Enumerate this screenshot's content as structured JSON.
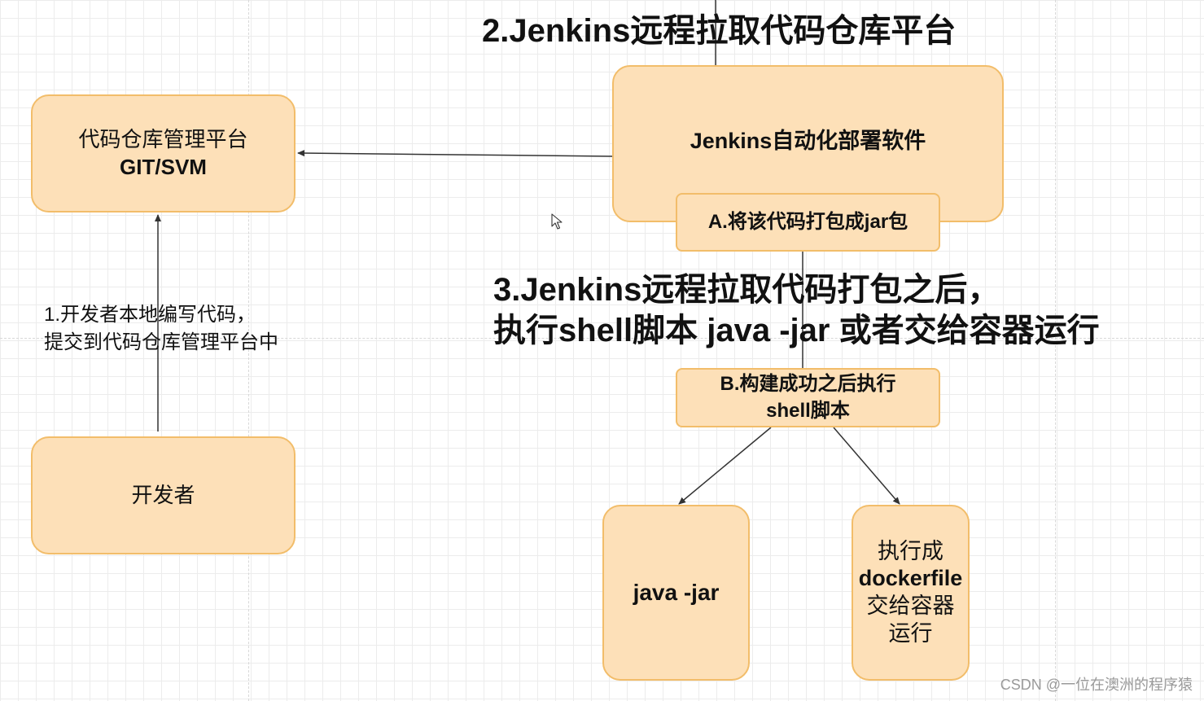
{
  "headings": {
    "step2": "2.Jenkins远程拉取代码仓库平台",
    "step3_line1": "3.Jenkins远程拉取代码打包之后，",
    "step3_line2": "执行shell脚本 java -jar 或者交给容器运行"
  },
  "nodes": {
    "repo": {
      "line1": "代码仓库管理平台",
      "line2": "GIT/SVM"
    },
    "developer": {
      "label": "开发者"
    },
    "jenkins": {
      "label": "Jenkins自动化部署软件"
    },
    "package": {
      "label": "A.将该代码打包成jar包"
    },
    "build": {
      "line1": "B.构建成功之后执行",
      "line2": "shell脚本"
    },
    "java_jar": {
      "label": "java -jar"
    },
    "docker": {
      "line1": "执行成",
      "line2": "dockerfile",
      "line3": "交给容器",
      "line4": "运行"
    }
  },
  "edge_labels": {
    "step1_line1": "1.开发者本地编写代码，",
    "step1_line2": "提交到代码仓库管理平台中"
  },
  "watermark": "CSDN @一位在澳洲的程序猿",
  "colors": {
    "node_fill": "#fde0b8",
    "node_border": "#f2bd6a",
    "arrow": "#333333"
  },
  "icons": {
    "cursor": "mouse-pointer-icon"
  }
}
